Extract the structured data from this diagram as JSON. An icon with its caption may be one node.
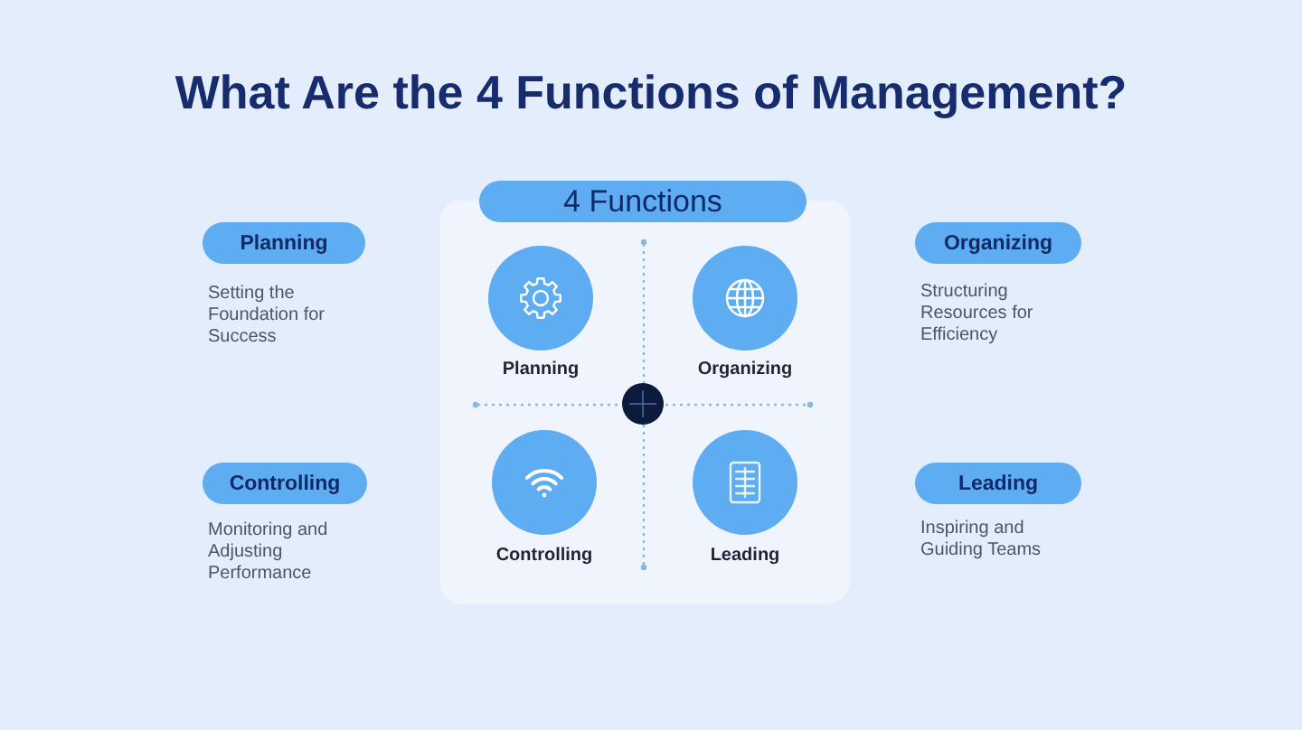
{
  "diagram": {
    "title": "What Are the 4 Functions of Management?",
    "nodes": [
      {
        "text": [
          "4 Functions"
        ]
      },
      {
        "text": [
          "Planning"
        ],
        "in": 0
      },
      {
        "text": [
          "Organizing"
        ],
        "in": 0
      },
      {
        "text": [
          "Controlling"
        ],
        "in": 0
      },
      {
        "text": [
          "Leading"
        ],
        "in": 0
      },
      {
        "text": [
          "Planning"
        ],
        "beside": [
          "Setting the Foundation for Success"
        ]
      },
      {
        "text": [
          "Organizing"
        ],
        "beside": [
          "Structuring Resources for Efficiency"
        ]
      },
      {
        "text": [
          "Controlling"
        ],
        "beside": [
          "Monitoring and Adjusting Performance"
        ]
      },
      {
        "text": [
          "Leading"
        ],
        "beside": [
          "Inspiring and Guiding Teams"
        ]
      }
    ]
  }
}
